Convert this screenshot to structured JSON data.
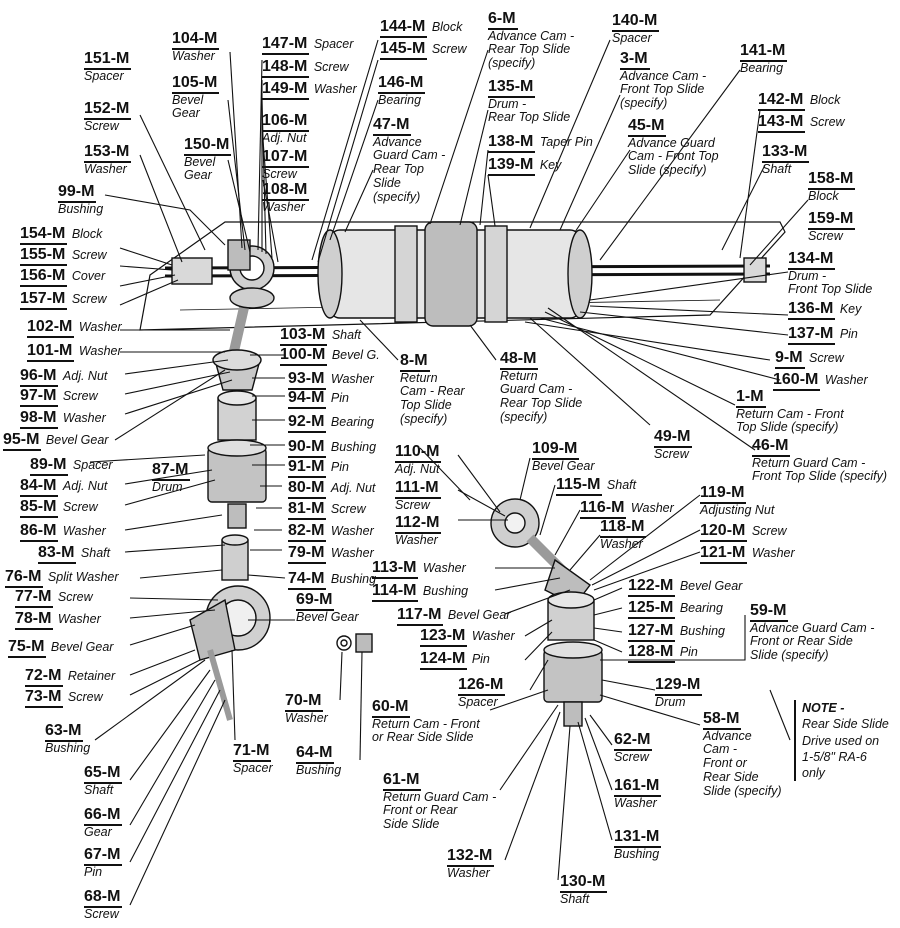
{
  "labels": [
    {
      "part": "151-M",
      "lines": [
        "Spacer"
      ]
    },
    {
      "part": "152-M",
      "lines": [
        "Screw"
      ]
    },
    {
      "part": "153-M",
      "lines": [
        "Washer"
      ]
    },
    {
      "part": "99-M",
      "lines": [
        "Bushing"
      ]
    },
    {
      "part": "154-M",
      "inline": "Block"
    },
    {
      "part": "155-M",
      "inline": "Screw"
    },
    {
      "part": "156-M",
      "inline": "Cover"
    },
    {
      "part": "157-M",
      "inline": "Screw"
    },
    {
      "part": "104-M",
      "lines": [
        "Washer"
      ]
    },
    {
      "part": "105-M",
      "lines": [
        "Bevel",
        "Gear"
      ]
    },
    {
      "part": "150-M",
      "lines": [
        "Bevel",
        "Gear"
      ]
    },
    {
      "part": "147-M",
      "inline": "Spacer"
    },
    {
      "part": "148-M",
      "inline": "Screw"
    },
    {
      "part": "149-M",
      "inline": "Washer"
    },
    {
      "part": "106-M",
      "lines": [
        "Adj. Nut"
      ]
    },
    {
      "part": "107-M",
      "lines": [
        "Screw"
      ]
    },
    {
      "part": "108-M",
      "lines": [
        "Washer"
      ]
    },
    {
      "part": "144-M",
      "inline": "Block"
    },
    {
      "part": "145-M",
      "inline": "Screw"
    },
    {
      "part": "146-M",
      "lines": [
        "Bearing"
      ]
    },
    {
      "part": "47-M",
      "lines": [
        "Advance",
        "Guard Cam -",
        "Rear Top",
        "Slide",
        "(specify)"
      ]
    },
    {
      "part": "6-M",
      "lines": [
        "Advance Cam -",
        "Rear Top Slide",
        "(specify)"
      ]
    },
    {
      "part": "135-M",
      "lines": [
        "Drum -",
        "Rear Top Slide"
      ]
    },
    {
      "part": "138-M",
      "inline": "Taper Pin"
    },
    {
      "part": "139-M",
      "inline": "Key"
    },
    {
      "part": "140-M",
      "lines": [
        "Spacer"
      ]
    },
    {
      "part": "3-M",
      "lines": [
        "Advance Cam -",
        "Front Top Slide",
        "(specify)"
      ]
    },
    {
      "part": "45-M",
      "lines": [
        "Advance Guard",
        "Cam - Front Top",
        "Slide (specify)"
      ]
    },
    {
      "part": "141-M",
      "lines": [
        "Bearing"
      ]
    },
    {
      "part": "142-M",
      "inline": "Block"
    },
    {
      "part": "143-M",
      "inline": "Screw"
    },
    {
      "part": "133-M",
      "lines": [
        "Shaft"
      ]
    },
    {
      "part": "158-M",
      "lines": [
        "Block"
      ]
    },
    {
      "part": "159-M",
      "lines": [
        "Screw"
      ]
    },
    {
      "part": "134-M",
      "lines": [
        "Drum -",
        "Front Top Slide"
      ]
    },
    {
      "part": "136-M",
      "inline": "Key"
    },
    {
      "part": "137-M",
      "inline": "Pin"
    },
    {
      "part": "102-M",
      "inline": "Washer"
    },
    {
      "part": "103-M",
      "inline": "Shaft"
    },
    {
      "part": "101-M",
      "inline": "Washer"
    },
    {
      "part": "100-M",
      "inline": "Bevel G."
    },
    {
      "part": "96-M",
      "inline": "Adj. Nut"
    },
    {
      "part": "97-M",
      "inline": "Screw"
    },
    {
      "part": "98-M",
      "inline": "Washer"
    },
    {
      "part": "93-M",
      "inline": "Washer"
    },
    {
      "part": "94-M",
      "inline": "Pin"
    },
    {
      "part": "92-M",
      "inline": "Bearing"
    },
    {
      "part": "95-M",
      "inline": "Bevel Gear"
    },
    {
      "part": "90-M",
      "inline": "Bushing"
    },
    {
      "part": "89-M",
      "inline": "Spacer"
    },
    {
      "part": "91-M",
      "inline": "Pin"
    },
    {
      "part": "87-M",
      "lines": [
        "Drum"
      ]
    },
    {
      "part": "84-M",
      "inline": "Adj. Nut"
    },
    {
      "part": "85-M",
      "inline": "Screw"
    },
    {
      "part": "86-M",
      "inline": "Washer"
    },
    {
      "part": "83-M",
      "inline": "Shaft"
    },
    {
      "part": "80-M",
      "inline": "Adj. Nut"
    },
    {
      "part": "81-M",
      "inline": "Screw"
    },
    {
      "part": "82-M",
      "inline": "Washer"
    },
    {
      "part": "79-M",
      "inline": "Washer"
    },
    {
      "part": "76-M",
      "inline": "Split Washer"
    },
    {
      "part": "77-M",
      "inline": "Screw"
    },
    {
      "part": "78-M",
      "inline": "Washer"
    },
    {
      "part": "74-M",
      "inline": "Bushing"
    },
    {
      "part": "69-M",
      "lines": [
        "Bevel Gear"
      ]
    },
    {
      "part": "75-M",
      "inline": "Bevel Gear"
    },
    {
      "part": "72-M",
      "inline": "Retainer"
    },
    {
      "part": "73-M",
      "inline": "Screw"
    },
    {
      "part": "63-M",
      "lines": [
        "Bushing"
      ]
    },
    {
      "part": "70-M",
      "lines": [
        "Washer"
      ]
    },
    {
      "part": "71-M",
      "lines": [
        "Spacer"
      ]
    },
    {
      "part": "64-M",
      "lines": [
        "Bushing"
      ]
    },
    {
      "part": "65-M",
      "lines": [
        "Shaft"
      ]
    },
    {
      "part": "66-M",
      "lines": [
        "Gear"
      ]
    },
    {
      "part": "67-M",
      "lines": [
        "Pin"
      ]
    },
    {
      "part": "68-M",
      "lines": [
        "Screw"
      ]
    },
    {
      "part": "8-M",
      "lines": [
        "Return",
        "Cam - Rear",
        "Top Slide",
        "(specify)"
      ]
    },
    {
      "part": "48-M",
      "lines": [
        "Return",
        "Guard Cam -",
        "Rear Top Slide",
        "(specify)"
      ]
    },
    {
      "part": "9-M",
      "inline": "Screw"
    },
    {
      "part": "160-M",
      "inline": "Washer"
    },
    {
      "part": "1-M",
      "lines": [
        "Return Cam - Front",
        "Top Slide (specify)"
      ]
    },
    {
      "part": "49-M",
      "lines": [
        "Screw"
      ]
    },
    {
      "part": "46-M",
      "lines": [
        "Return Guard Cam -",
        "Front Top Slide (specify)"
      ]
    },
    {
      "part": "110-M",
      "lines": [
        "Adj. Nut"
      ]
    },
    {
      "part": "111-M",
      "lines": [
        "Screw"
      ]
    },
    {
      "part": "112-M",
      "lines": [
        "Washer"
      ]
    },
    {
      "part": "109-M",
      "lines": [
        "Bevel Gear"
      ]
    },
    {
      "part": "115-M",
      "inline": "Shaft"
    },
    {
      "part": "116-M",
      "inline": "Washer"
    },
    {
      "part": "118-M",
      "lines": [
        "Washer"
      ]
    },
    {
      "part": "119-M",
      "lines": [
        "Adjusting Nut"
      ]
    },
    {
      "part": "120-M",
      "inline": "Screw"
    },
    {
      "part": "121-M",
      "inline": "Washer"
    },
    {
      "part": "113-M",
      "inline": "Washer"
    },
    {
      "part": "114-M",
      "inline": "Bushing"
    },
    {
      "part": "117-M",
      "inline": "Bevel Gear"
    },
    {
      "part": "122-M",
      "inline": "Bevel Gear"
    },
    {
      "part": "125-M",
      "inline": "Bearing"
    },
    {
      "part": "59-M",
      "lines": [
        "Advance Guard Cam -",
        "Front or Rear Side",
        "Slide (specify)"
      ]
    },
    {
      "part": "127-M",
      "inline": "Bushing"
    },
    {
      "part": "128-M",
      "inline": "Pin"
    },
    {
      "part": "123-M",
      "inline": "Washer"
    },
    {
      "part": "124-M",
      "inline": "Pin"
    },
    {
      "part": "126-M",
      "lines": [
        "Spacer"
      ]
    },
    {
      "part": "129-M",
      "lines": [
        "Drum"
      ]
    },
    {
      "part": "60-M",
      "lines": [
        "Return Cam - Front",
        "or Rear Side Slide"
      ]
    },
    {
      "part": "58-M",
      "lines": [
        "Advance",
        "Cam -",
        "Front or",
        "Rear Side",
        "Slide (specify)"
      ]
    },
    {
      "part": "62-M",
      "lines": [
        "Screw"
      ]
    },
    {
      "part": "61-M",
      "lines": [
        "Return Guard Cam -",
        "Front or Rear",
        "Side Slide"
      ]
    },
    {
      "part": "161-M",
      "lines": [
        "Washer"
      ]
    },
    {
      "part": "131-M",
      "lines": [
        "Bushing"
      ]
    },
    {
      "part": "132-M",
      "lines": [
        "Washer"
      ]
    },
    {
      "part": "130-M",
      "lines": [
        "Shaft"
      ]
    }
  ],
  "note": {
    "heading": "NOTE -",
    "lines": [
      "Rear Side Slide",
      "Drive used on",
      "1-5/8\" RA-6",
      "only"
    ]
  }
}
